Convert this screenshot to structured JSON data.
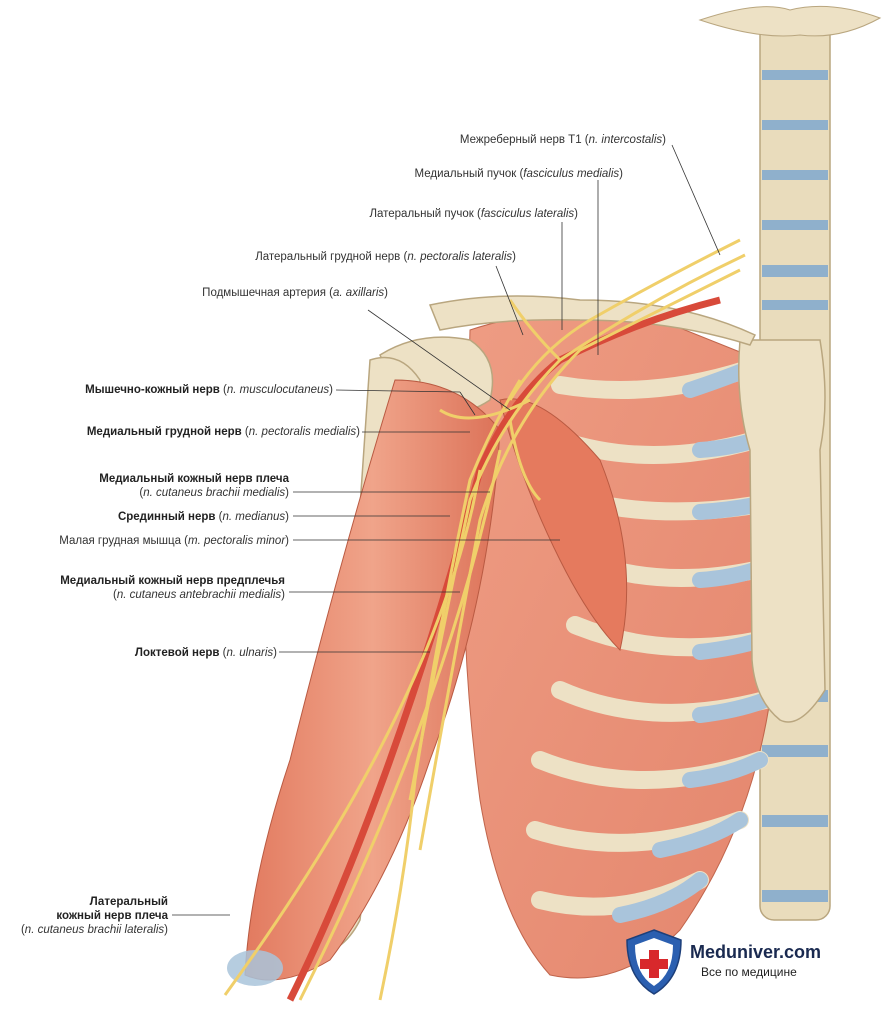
{
  "labels": {
    "intercostal": {
      "ru": "Межреберный нерв T1",
      "lat": "n. intercostalis"
    },
    "fasc_med": {
      "ru": "Медиальный пучок",
      "lat": "fasciculus medialis"
    },
    "fasc_lat": {
      "ru": "Латеральный пучок",
      "lat": "fasciculus lateralis"
    },
    "pect_lat": {
      "ru": "Латеральный грудной нерв",
      "lat": "n. pectoralis lateralis"
    },
    "axillary": {
      "ru": "Подмышечная артерия",
      "lat": "a. axillaris"
    },
    "musculocut": {
      "ru": "Мышечно-кожный нерв",
      "lat": "n. musculocutaneus"
    },
    "pect_med": {
      "ru": "Медиальный грудной нерв",
      "lat": "n. pectoralis medialis"
    },
    "cut_brach_med": {
      "ru": "Медиальный кожный нерв плеча",
      "lat": "n. cutaneus brachii medialis"
    },
    "median": {
      "ru": "Срединный нерв",
      "lat": "n. medianus"
    },
    "pect_minor": {
      "ru": "Малая грудная мышца",
      "lat": "m. pectoralis minor"
    },
    "cut_antebrach": {
      "ru": "Медиальный кожный нерв предплечья",
      "lat": "n. cutaneus antebrachii medialis"
    },
    "ulnar": {
      "ru": "Локтевой нерв",
      "lat": "n. ulnaris"
    },
    "cut_brach_lat": {
      "ru1": "Латеральный",
      "ru2": "кожный нерв плеча",
      "lat": "n. cutaneus brachii lateralis"
    }
  },
  "logo": {
    "name": "Meduniver.com",
    "tagline": "Все по медицине"
  },
  "colors": {
    "muscle": "#e9836a",
    "bone": "#ede1c5",
    "cartilage": "#a9c4db",
    "nerve": "#f0cf6a",
    "artery": "#d84a3a"
  }
}
